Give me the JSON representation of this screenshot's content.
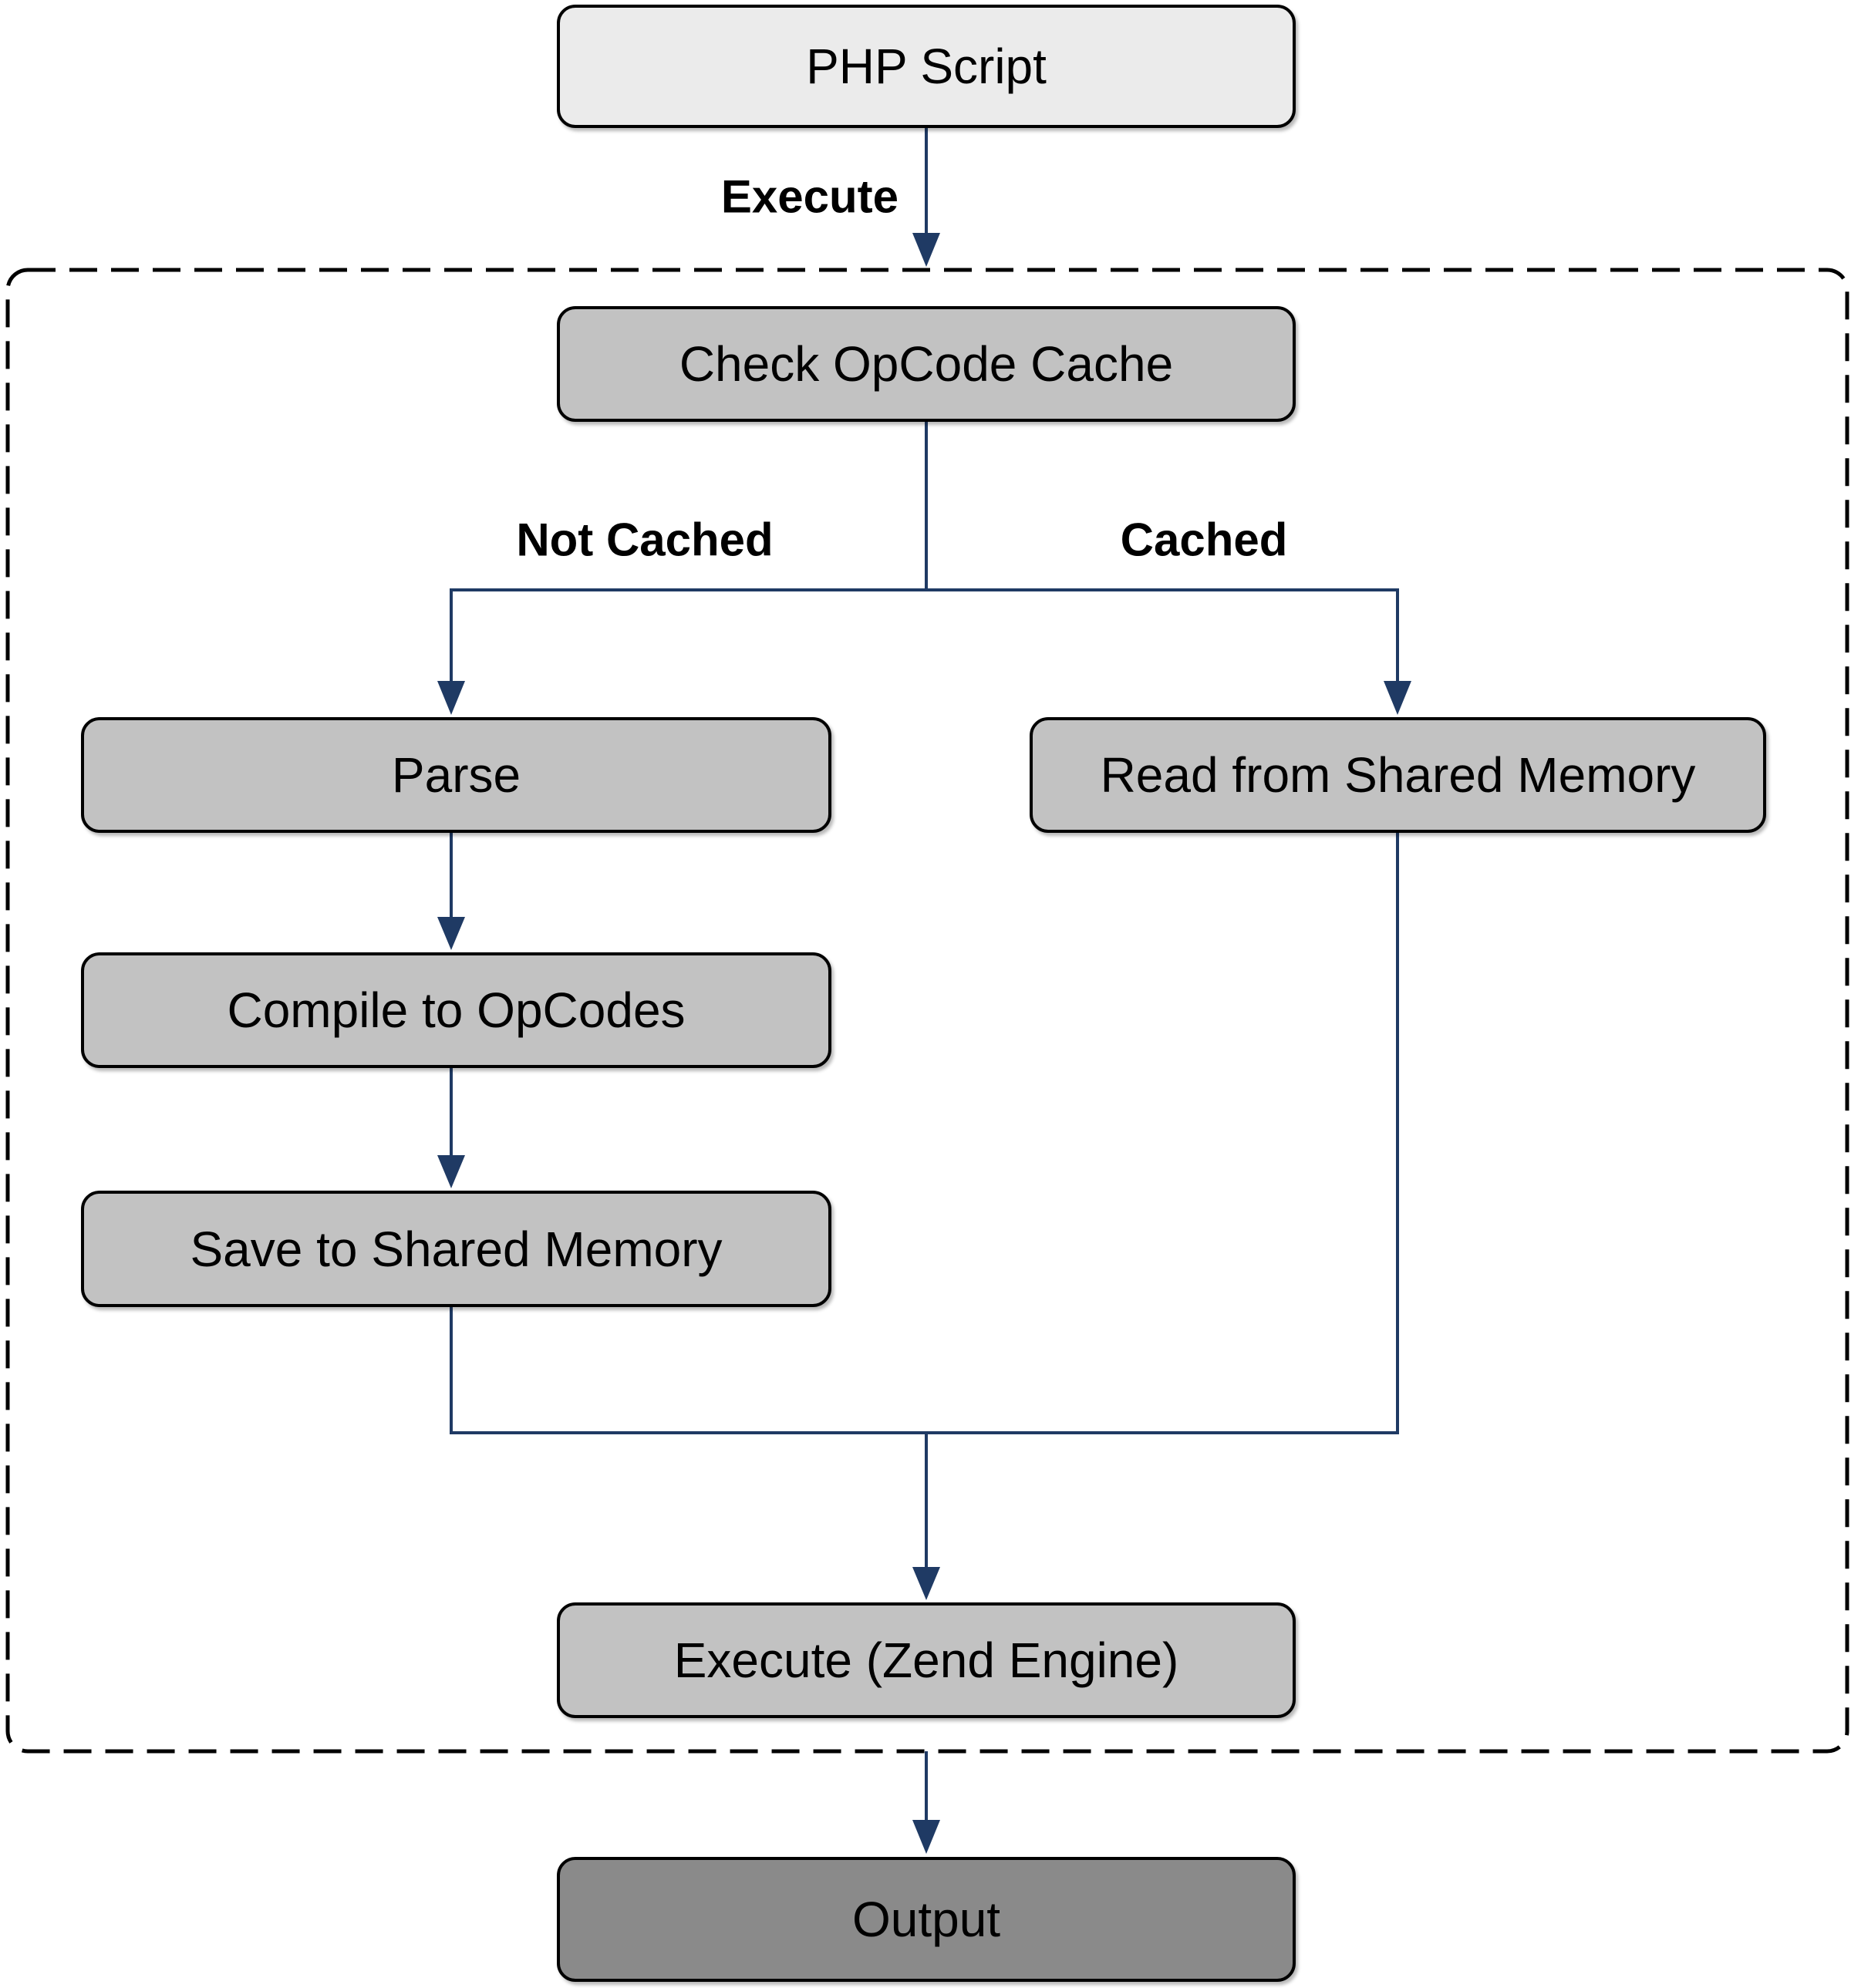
{
  "diagram": {
    "nodes": {
      "php_script": {
        "label": "PHP Script",
        "fill": "#ebebeb"
      },
      "check_opcode_cache": {
        "label": "Check OpCode Cache",
        "fill": "#c2c2c2"
      },
      "parse": {
        "label": "Parse",
        "fill": "#c2c2c2"
      },
      "read_shared_memory": {
        "label": "Read from Shared Memory",
        "fill": "#c2c2c2"
      },
      "compile_opcodes": {
        "label": "Compile to OpCodes",
        "fill": "#c2c2c2"
      },
      "save_shared_memory": {
        "label": "Save to Shared Memory",
        "fill": "#c2c2c2"
      },
      "execute_zend_engine": {
        "label": "Execute (Zend Engine)",
        "fill": "#c2c2c2"
      },
      "output": {
        "label": "Output",
        "fill": "#8a8a8a"
      }
    },
    "edge_labels": {
      "execute": "Execute",
      "not_cached": "Not Cached",
      "cached": "Cached"
    },
    "colors": {
      "arrow": "#1f3a64",
      "node_border": "#000000",
      "boundary_border": "#000000",
      "text": "#000000",
      "background": "#ffffff"
    }
  }
}
